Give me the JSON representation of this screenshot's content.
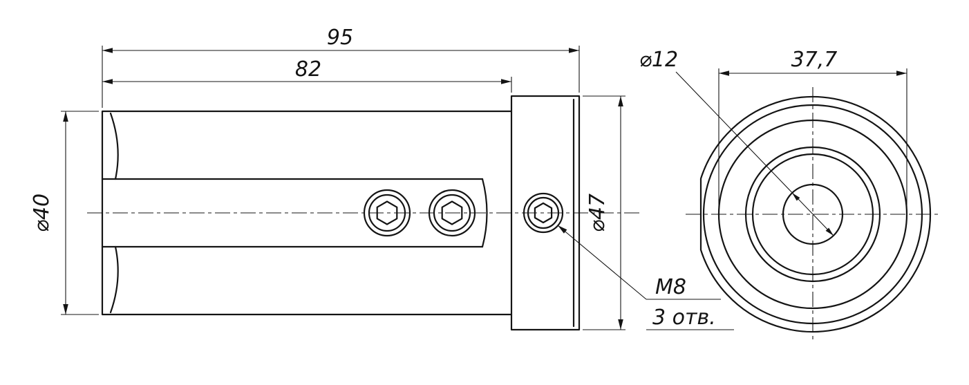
{
  "colors": {
    "background": "#ffffff",
    "line": "#141414"
  },
  "side_view": {
    "dim_overall_length": "95",
    "dim_body_length": "82",
    "dim_body_diameter": "⌀40",
    "dim_flange_diameter": "⌀47",
    "thread_callout": {
      "thread": "M8",
      "hole_count": "3 отв."
    }
  },
  "end_view": {
    "dim_bore_diameter": "⌀12",
    "dim_face_diameter": "37,7"
  }
}
